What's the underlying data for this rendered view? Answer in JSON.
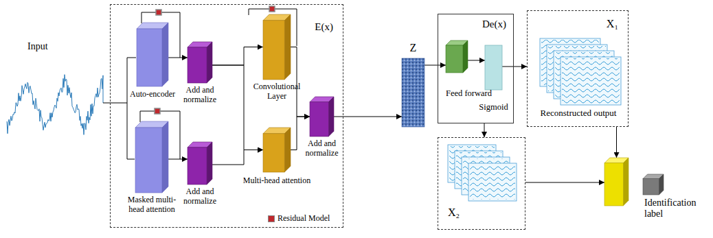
{
  "diagram": {
    "nodes": [
      {
        "text": [
          "E(x)"
        ]
      },
      {
        "text": [
          "Auto-encoder"
        ],
        "in": 0
      },
      {
        "text": [
          "Add and normalize"
        ],
        "in": 0
      },
      {
        "text": [
          "Masked multi-head attention"
        ],
        "in": 0
      },
      {
        "text": [
          "Add and normalize"
        ],
        "in": 0
      },
      {
        "text": [
          "Convolutional Layer"
        ],
        "in": 0
      },
      {
        "text": [
          "Multi-head attention"
        ],
        "in": 0
      },
      {
        "text": [
          "Add and normalize"
        ],
        "in": 0
      },
      {
        "text": [
          "Z"
        ]
      },
      {
        "text": [
          "De(x)"
        ]
      },
      {
        "text": [
          "Feed forward"
        ],
        "in": 9
      },
      {
        "text": [
          "Sigmoid"
        ],
        "in": 9
      },
      {
        "text": [
          "X₁",
          "Reconstructed output"
        ]
      },
      {
        "text": [
          "X₂"
        ]
      },
      {
        "text": [
          "Identification label"
        ]
      }
    ],
    "edges": [
      {
        "from": 1,
        "to": 2,
        "arrow": "to"
      },
      {
        "from": 3,
        "to": 4,
        "arrow": "to"
      },
      {
        "from": 2,
        "to": 5,
        "arrow": "to"
      },
      {
        "from": 2,
        "to": 6,
        "arrow": "to"
      },
      {
        "from": 4,
        "to": 6,
        "arrow": "to"
      },
      {
        "from": 5,
        "to": 7,
        "arrow": "to"
      },
      {
        "from": 6,
        "to": 7,
        "arrow": "to"
      },
      {
        "from": 7,
        "to": 8,
        "arrow": "to"
      },
      {
        "from": 8,
        "to": 10,
        "arrow": "to"
      },
      {
        "from": 10,
        "to": 11,
        "arrow": "to"
      },
      {
        "from": 11,
        "to": 12,
        "arrow": "to"
      },
      {
        "from": 9,
        "to": 13,
        "arrow": "to"
      },
      {
        "from": 12,
        "to": 14,
        "arrow": "to"
      },
      {
        "from": 13,
        "to": 14,
        "arrow": "to"
      }
    ],
    "labels": [
      "Input"
    ],
    "legend": [
      {
        "text": "Residual Model",
        "color": "#c0282d"
      }
    ]
  }
}
